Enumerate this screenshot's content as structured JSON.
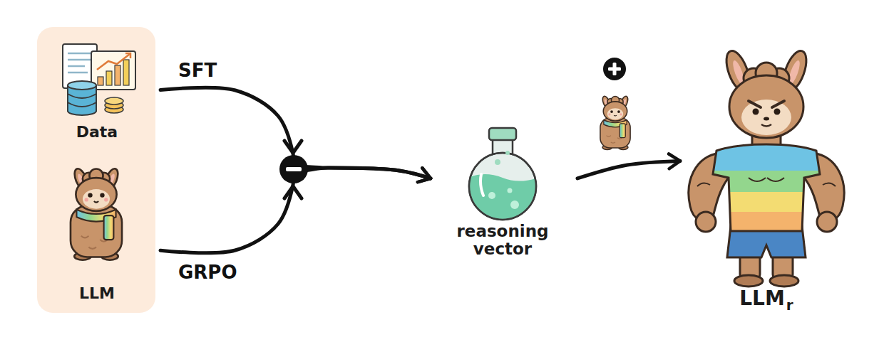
{
  "diagram": {
    "nodes": [
      {
        "text": [
          "Data"
        ]
      },
      {
        "text": [
          "LLM"
        ]
      },
      {
        "text": [
          "reasoning vector"
        ]
      },
      {
        "text": [
          "LLM",
          "r"
        ]
      }
    ],
    "edges": [
      {
        "from": 0,
        "to": 2,
        "label": "SFT",
        "arrow": "to"
      },
      {
        "from": 1,
        "to": 2,
        "label": "GRPO",
        "arrow": "to"
      },
      {
        "from": 2,
        "to": 3,
        "arrow": "to"
      }
    ]
  }
}
